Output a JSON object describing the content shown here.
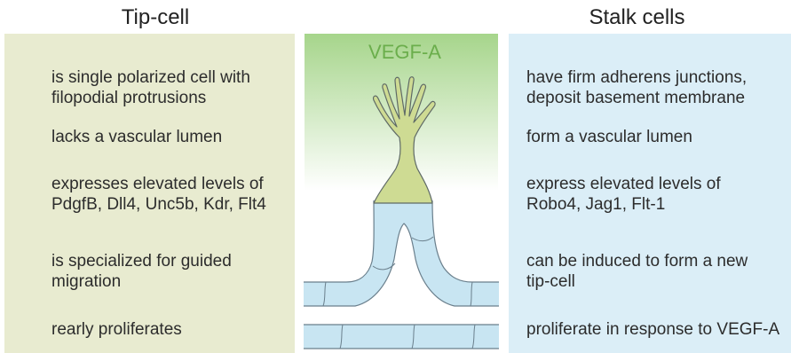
{
  "tip_cell": {
    "title": "Tip-cell",
    "items": [
      {
        "lines": [
          "is single polarized cell with",
          "filopodial protrusions"
        ]
      },
      {
        "lines": [
          "lacks a vascular lumen"
        ]
      },
      {
        "lines": [
          "expresses elevated levels of",
          "PdgfB, Dll4, Unc5b, Kdr, Flt4"
        ]
      },
      {
        "lines": [
          "is specialized for guided",
          "migration"
        ]
      },
      {
        "lines": [
          "rearly proliferates"
        ]
      }
    ]
  },
  "stalk_cells": {
    "title": "Stalk cells",
    "items": [
      {
        "lines": [
          "have firm adherens junctions,",
          "deposit basement membrane"
        ]
      },
      {
        "lines": [
          "form a vascular lumen"
        ]
      },
      {
        "lines": [
          "express elevated levels of",
          "Robo4, Jag1, Flt-1"
        ]
      },
      {
        "lines": [
          "can be induced to form a new",
          "tip-cell"
        ]
      },
      {
        "lines": [
          "proliferate in response to VEGF-A"
        ]
      }
    ]
  },
  "center": {
    "gradient_label": "VEGF-A"
  },
  "colors": {
    "tip_panel": "#e8ebd0",
    "stalk_panel": "#dbeef7",
    "vegf_gradient": "#a6d58b",
    "vegf_label": "#6bae4c",
    "tip_cell_fill": "#cedb93",
    "stalk_cell_fill": "#c8e5f2",
    "outline": "#6a7f8c"
  }
}
